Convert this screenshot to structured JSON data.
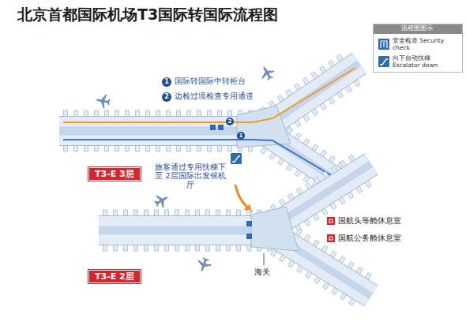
{
  "diagram": {
    "title": "北京首都国际机场T3国际转国际流程图",
    "nodes": [
      {
        "text": [
          "T3-E 3层"
        ]
      },
      {
        "text": [
          "T3-E 2层"
        ]
      }
    ],
    "edges": [
      {
        "from": 0,
        "to": 1,
        "arrow": "to",
        "label": "旅客通过专用扶梯下至 2层国际出发候机厅"
      }
    ],
    "labels": [
      "1",
      "国际转国际中转柜台",
      "2",
      "边检过境检查专用通道",
      "流程图图示",
      "2",
      "1",
      "国航头等舱休息室",
      "国航公务舱休息室",
      "海关"
    ],
    "legend": [
      {
        "text": "安全检查 Security check"
      },
      {
        "text": "向下自动扶梯 Escalator down"
      }
    ]
  }
}
